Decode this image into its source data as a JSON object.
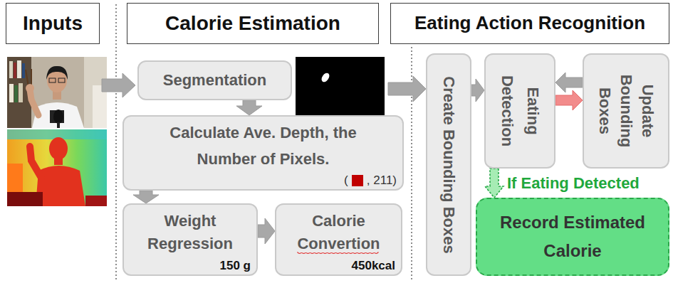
{
  "diagram": {
    "nodes": [
      {
        "text": [
          "Inputs"
        ]
      },
      {
        "text": [
          "Calorie Estimation"
        ]
      },
      {
        "text": [
          "Eating Action Recognition"
        ]
      },
      {
        "text": [
          "Segmentation"
        ]
      },
      {
        "text": [
          "Calculate Ave. Depth, the Number of Pixels.",
          "(",
          ", 211)"
        ]
      },
      {
        "text": [
          "Weight Regression",
          "150 g"
        ]
      },
      {
        "text": [
          "Calorie Convertion",
          "450kcal"
        ]
      },
      {
        "text": [
          "Create Bounding Boxes"
        ]
      },
      {
        "text": [
          "Eating Detection"
        ]
      },
      {
        "text": [
          "Update Bounding Boxes"
        ]
      },
      {
        "text": [
          "Record Estimated Calorie"
        ]
      }
    ],
    "edges": [
      {
        "from": 3,
        "to": 4,
        "arrow": "to"
      },
      {
        "from": 4,
        "to": 5,
        "arrow": "to"
      },
      {
        "from": 5,
        "to": 6,
        "arrow": "to"
      },
      {
        "from": 7,
        "to": 8,
        "arrow": "to"
      },
      {
        "from": 9,
        "to": 8,
        "arrow": "to"
      },
      {
        "from": 8,
        "to": 9,
        "arrow": "to"
      },
      {
        "from": 8,
        "to": 10,
        "arrow": "to",
        "label": "If Eating Detected"
      }
    ]
  }
}
